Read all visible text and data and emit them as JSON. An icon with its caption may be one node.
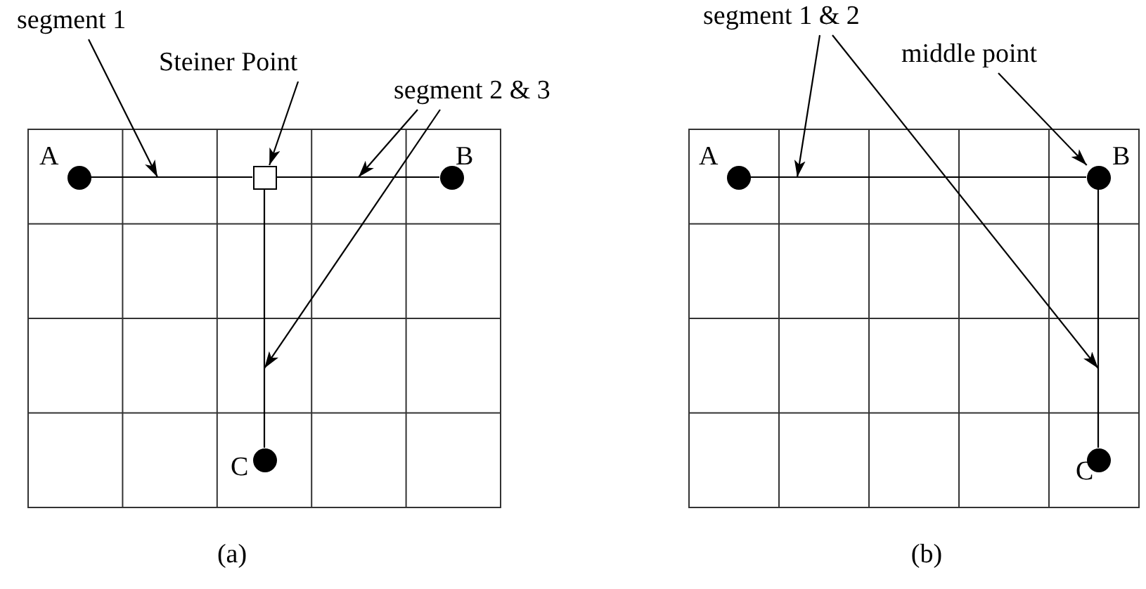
{
  "diagram": {
    "nodes": [
      {
        "text": [
          "segment 1"
        ]
      },
      {
        "text": [
          "Steiner Point"
        ]
      },
      {
        "text": [
          "segment 2 & 3"
        ]
      },
      {
        "text": [],
        "shape": "circle",
        "beside": [
          "A"
        ]
      },
      {
        "text": [],
        "shape": "circle",
        "beside": [
          "B"
        ]
      },
      {
        "text": [],
        "shape": "circle",
        "beside": [
          "C"
        ]
      },
      {
        "text": [],
        "shape": "box"
      },
      {
        "text": [
          "segment 1 & 2"
        ]
      },
      {
        "text": [
          "middle point"
        ]
      },
      {
        "text": [],
        "shape": "circle",
        "beside": [
          "A"
        ]
      },
      {
        "text": [],
        "shape": "circle",
        "beside": [
          "B"
        ]
      },
      {
        "text": [],
        "shape": "circle",
        "beside": [
          "C"
        ]
      }
    ],
    "edges": [
      {
        "from": 3,
        "to": 6,
        "arrow": "none"
      },
      {
        "from": 6,
        "to": 4,
        "arrow": "none"
      },
      {
        "from": 6,
        "to": 5,
        "arrow": "none"
      },
      {
        "from": 0,
        "to": null,
        "arrow": "to"
      },
      {
        "from": 1,
        "to": 6,
        "arrow": "to"
      },
      {
        "from": 2,
        "to": null,
        "arrow": "to"
      },
      {
        "from": 2,
        "to": null,
        "arrow": "to"
      },
      {
        "from": 9,
        "to": 10,
        "arrow": "none"
      },
      {
        "from": 10,
        "to": 11,
        "arrow": "none"
      },
      {
        "from": 7,
        "to": null,
        "arrow": "to"
      },
      {
        "from": 7,
        "to": null,
        "arrow": "to"
      },
      {
        "from": 8,
        "to": 10,
        "arrow": "to"
      }
    ],
    "labels": [
      "(a)",
      "(b)"
    ]
  }
}
